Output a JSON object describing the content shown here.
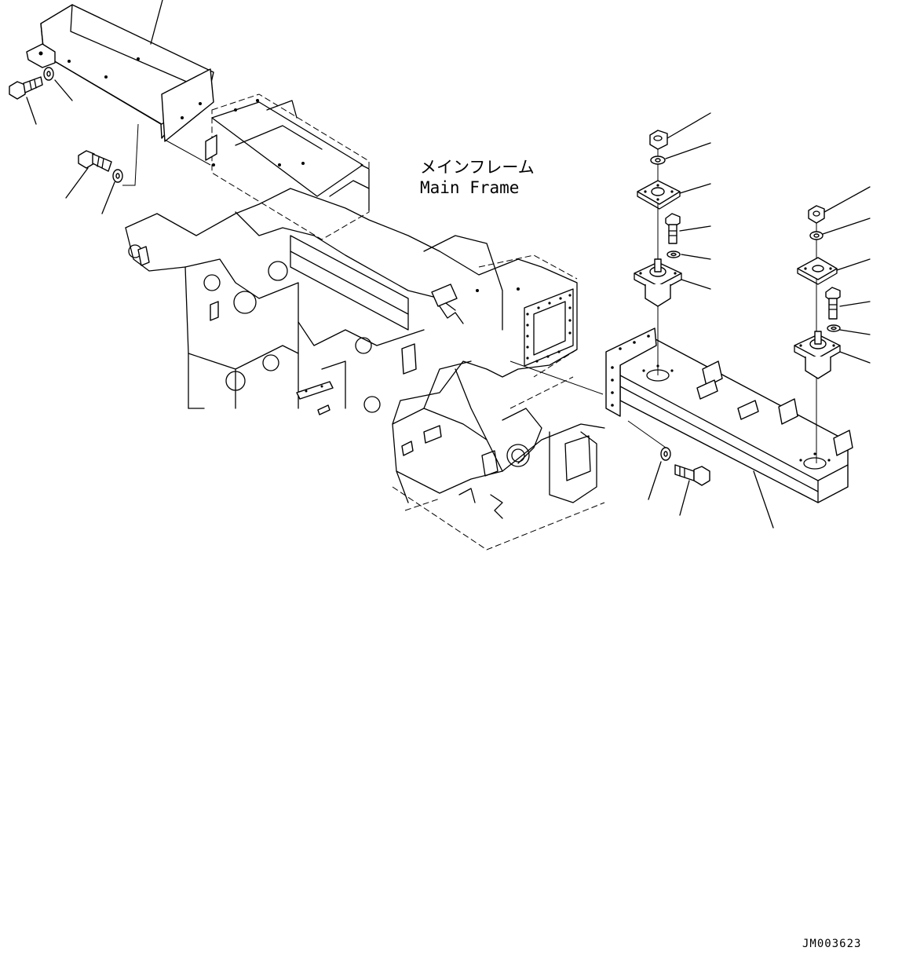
{
  "labels": {
    "main_frame_jp": "メインフレーム",
    "main_frame_en": "Main Frame"
  },
  "drawing_id": "JM003623",
  "colors": {
    "line": "#000000",
    "background": "#ffffff"
  }
}
